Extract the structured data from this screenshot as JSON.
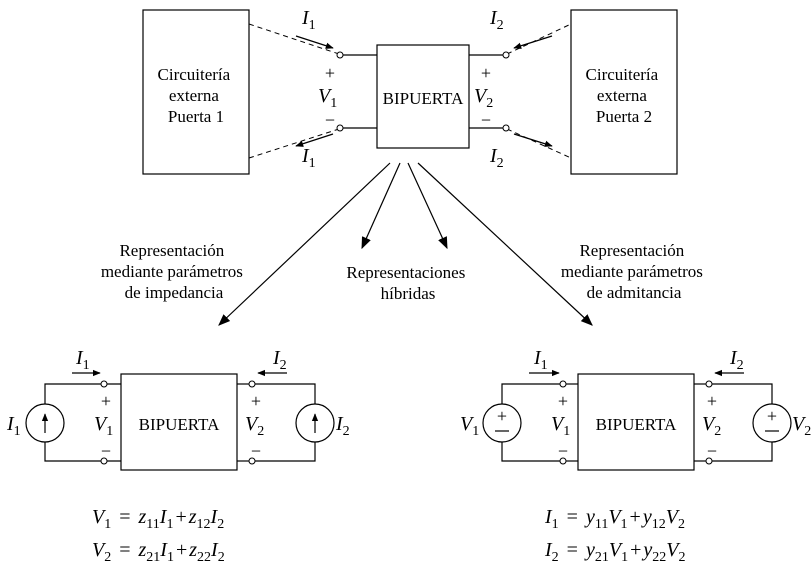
{
  "top": {
    "block": "BIPUERTA",
    "ext1": [
      "Circuitería",
      "externa",
      "Puerta 1"
    ],
    "ext2": [
      "Circuitería",
      "externa",
      "Puerta 2"
    ],
    "i1": "I",
    "i1_sub": "1",
    "i2": "I",
    "i2_sub": "2",
    "v1": "V",
    "v1_sub": "1",
    "v2": "V",
    "v2_sub": "2",
    "plus": "+",
    "minus": "−"
  },
  "labels": {
    "impedance": [
      "Representación",
      "mediante parámetros",
      "de impedancia"
    ],
    "hybrid": [
      "Representaciones",
      "híbridas"
    ],
    "admittance": [
      "Representación",
      "mediante parámetros",
      "de admitancia"
    ]
  },
  "left": {
    "block": "BIPUERTA",
    "src_left": "I",
    "src_left_sub": "1",
    "src_right": "I",
    "src_right_sub": "2",
    "i1": "I",
    "i1_sub": "1",
    "i2": "I",
    "i2_sub": "2",
    "v1": "V",
    "v1_sub": "1",
    "v2": "V",
    "v2_sub": "2",
    "eq1": {
      "lhs": "V",
      "lhs_sub": "1",
      "eq": "=",
      "a": "z",
      "a_sub": "11",
      "a_var": "I",
      "a_var_sub": "1",
      "op": "+",
      "b": "z",
      "b_sub": "12",
      "b_var": "I",
      "b_var_sub": "2"
    },
    "eq2": {
      "lhs": "V",
      "lhs_sub": "2",
      "eq": "=",
      "a": "z",
      "a_sub": "21",
      "a_var": "I",
      "a_var_sub": "1",
      "op": "+",
      "b": "z",
      "b_sub": "22",
      "b_var": "I",
      "b_var_sub": "2"
    }
  },
  "right": {
    "block": "BIPUERTA",
    "src_left": "V",
    "src_left_sub": "1",
    "src_right": "V",
    "src_right_sub": "2",
    "i1": "I",
    "i1_sub": "1",
    "i2": "I",
    "i2_sub": "2",
    "v1": "V",
    "v1_sub": "1",
    "v2": "V",
    "v2_sub": "2",
    "eq1": {
      "lhs": "I",
      "lhs_sub": "1",
      "eq": "=",
      "a": "y",
      "a_sub": "11",
      "a_var": "V",
      "a_var_sub": "1",
      "op": "+",
      "b": "y",
      "b_sub": "12",
      "b_var": "V",
      "b_var_sub": "2"
    },
    "eq2": {
      "lhs": "I",
      "lhs_sub": "2",
      "eq": "=",
      "a": "y",
      "a_sub": "21",
      "a_var": "V",
      "a_var_sub": "1",
      "op": "+",
      "b": "y",
      "b_sub": "22",
      "b_var": "V",
      "b_var_sub": "2"
    }
  }
}
